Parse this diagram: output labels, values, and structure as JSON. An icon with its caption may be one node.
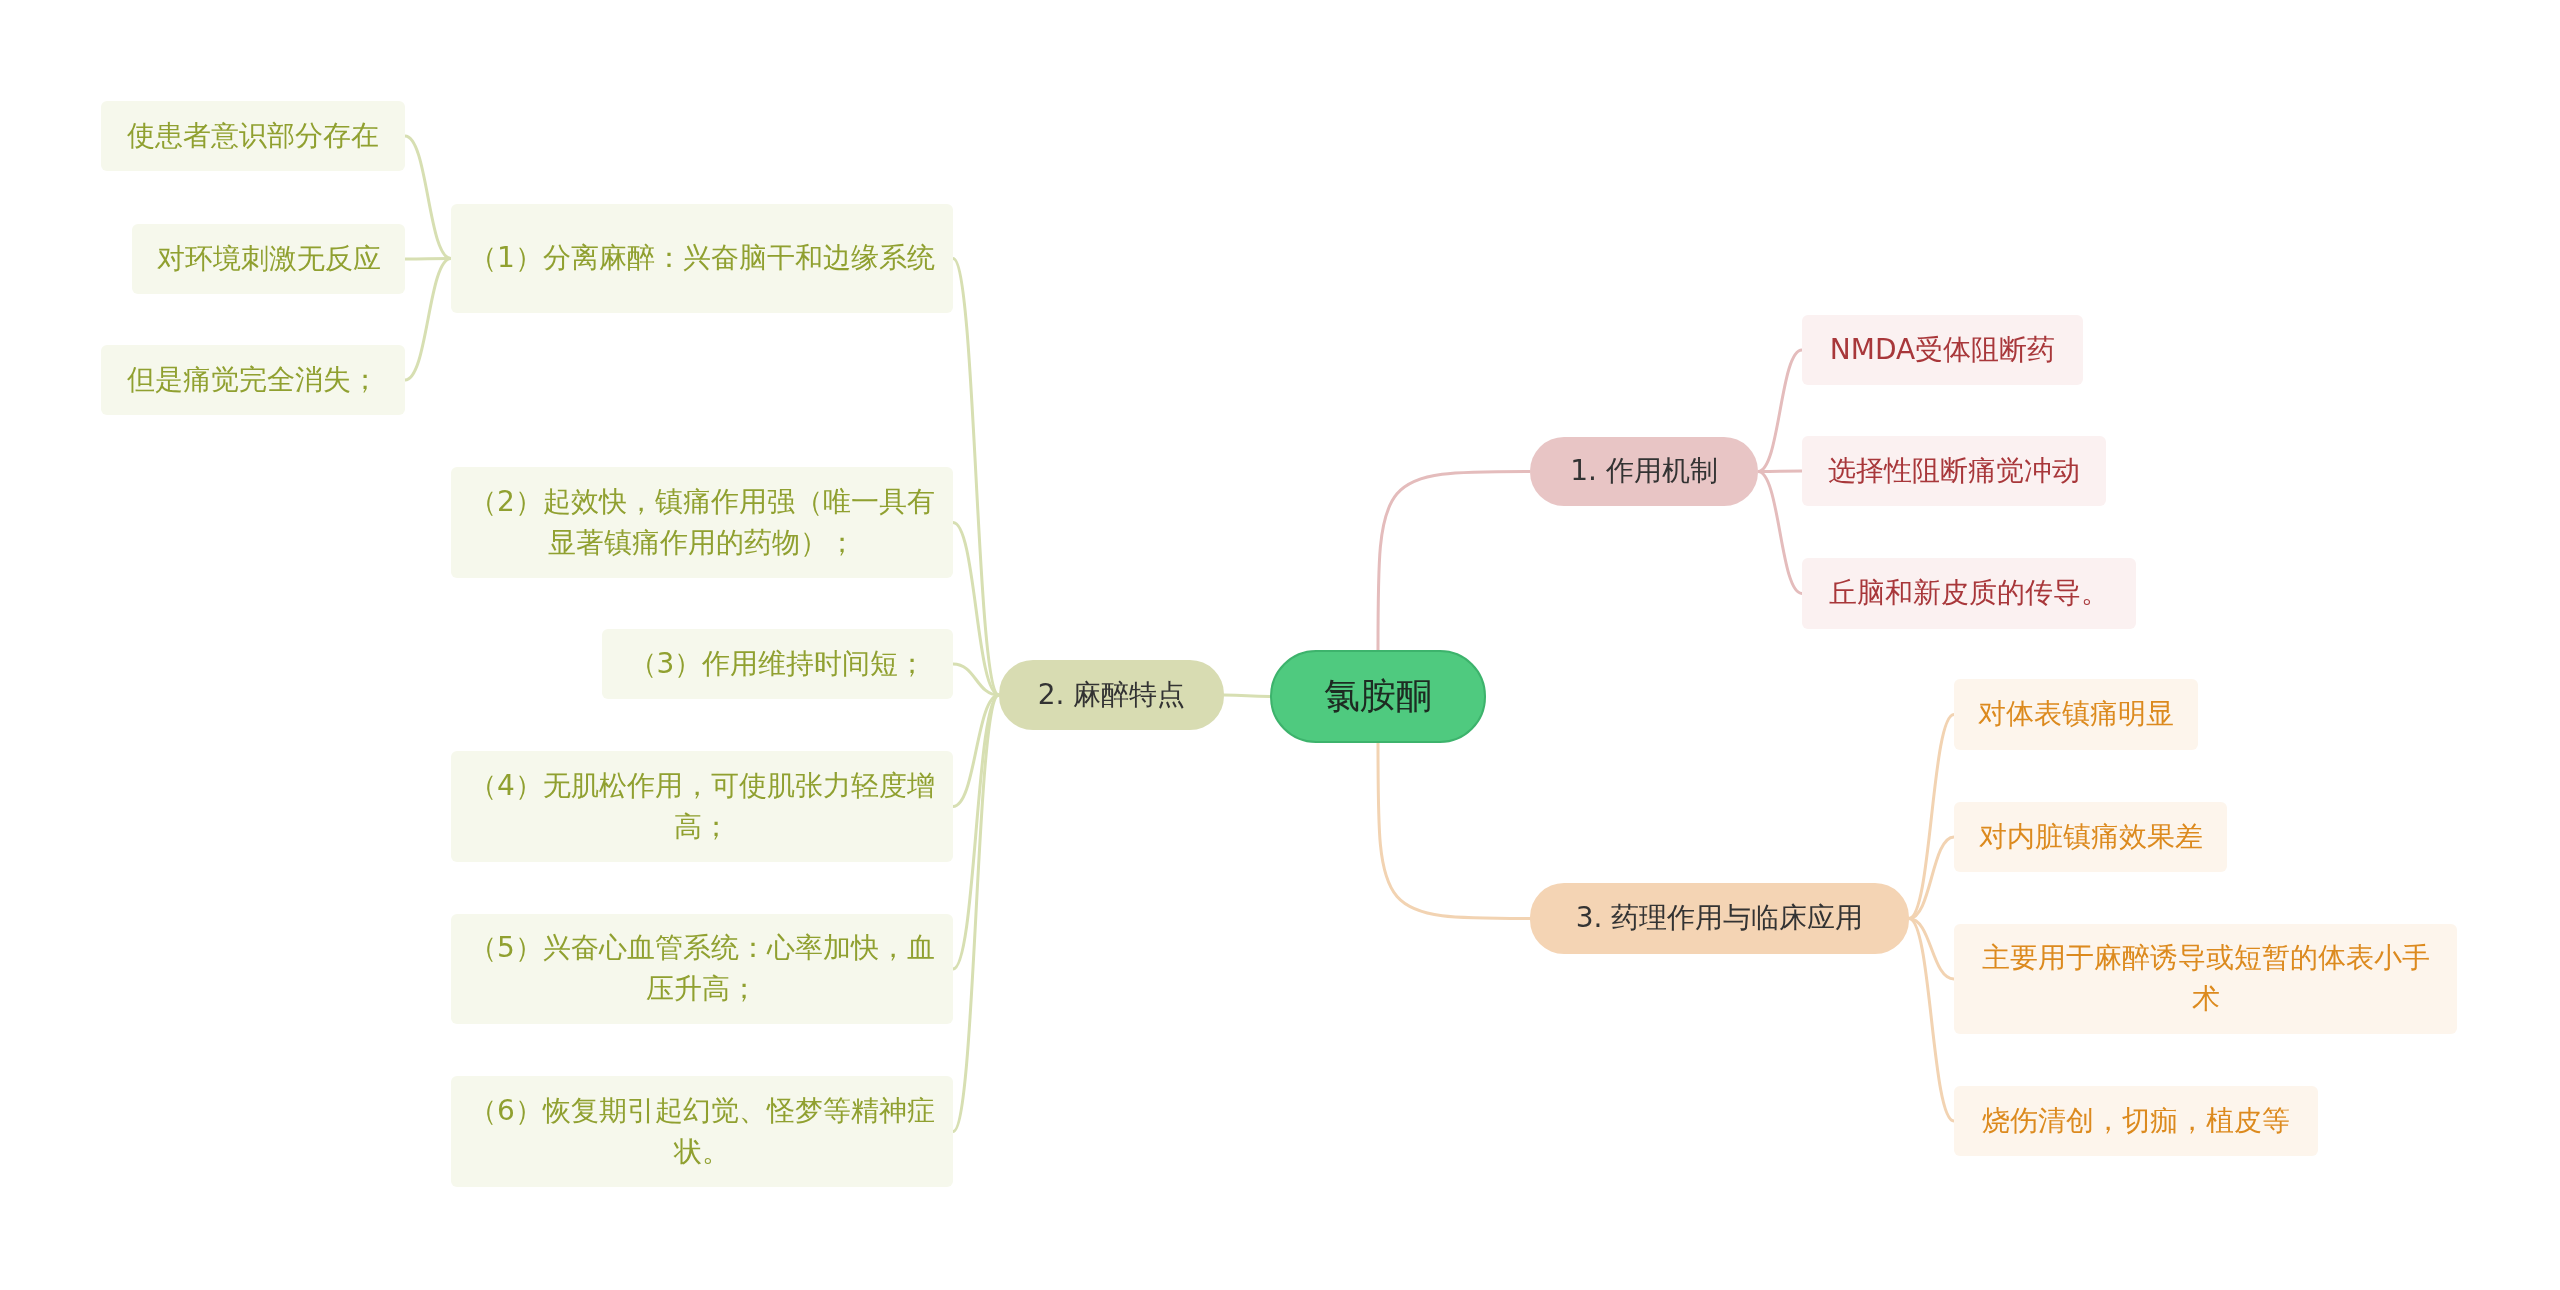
{
  "diagram": {
    "nodes": [
      {
        "text": [
          "氯胺酮"
        ]
      },
      {
        "text": [
          "1. 作用机制"
        ]
      },
      {
        "text": [
          "NMDA受体阻断药"
        ]
      },
      {
        "text": [
          "选择性阻断痛觉冲动"
        ]
      },
      {
        "text": [
          "丘脑和新皮质的传导。"
        ]
      },
      {
        "text": [
          "2. 麻醉特点"
        ]
      },
      {
        "text": [
          "（1）分离麻醉：兴奋脑干和边缘系统"
        ]
      },
      {
        "text": [
          "使患者意识部分存在"
        ]
      },
      {
        "text": [
          "对环境刺激无反应"
        ]
      },
      {
        "text": [
          "但是痛觉完全消失；"
        ]
      },
      {
        "text": [
          "（2）起效快，镇痛作用强（唯一具有显著镇痛作用的药物）；"
        ]
      },
      {
        "text": [
          "（3）作用维持时间短；"
        ]
      },
      {
        "text": [
          "（4）无肌松作用，可使肌张力轻度增高；"
        ]
      },
      {
        "text": [
          "（5）兴奋心血管系统：心率加快，血压升高；"
        ]
      },
      {
        "text": [
          "（6）恢复期引起幻觉、怪梦等精神症状。"
        ]
      },
      {
        "text": [
          "3. 药理作用与临床应用"
        ]
      },
      {
        "text": [
          "对体表镇痛明显"
        ]
      },
      {
        "text": [
          "对内脏镇痛效果差"
        ]
      },
      {
        "text": [
          "主要用于麻醉诱导或短暂的体表小手术"
        ]
      },
      {
        "text": [
          "烧伤清创，切痂，植皮等"
        ]
      }
    ],
    "edges": [
      {
        "from": 0,
        "to": 1,
        "arrow": "none",
        "color": "#e4bcbc"
      },
      {
        "from": 1,
        "to": 2,
        "arrow": "none",
        "color": "#e4bcbc"
      },
      {
        "from": 1,
        "to": 3,
        "arrow": "none",
        "color": "#e4bcbc"
      },
      {
        "from": 1,
        "to": 4,
        "arrow": "none",
        "color": "#e4bcbc"
      },
      {
        "from": 0,
        "to": 5,
        "arrow": "none"
      },
      {
        "from": 5,
        "to": 6,
        "arrow": "none"
      },
      {
        "from": 6,
        "to": 7,
        "arrow": "none"
      },
      {
        "from": 6,
        "to": 8,
        "arrow": "none"
      },
      {
        "from": 6,
        "to": 9,
        "arrow": "none"
      },
      {
        "from": 5,
        "to": 10,
        "arrow": "none"
      },
      {
        "from": 5,
        "to": 11,
        "arrow": "none"
      },
      {
        "from": 5,
        "to": 12,
        "arrow": "none"
      },
      {
        "from": 5,
        "to": 13,
        "arrow": "none"
      },
      {
        "from": 5,
        "to": 14,
        "arrow": "none"
      },
      {
        "from": 0,
        "to": 15,
        "arrow": "none",
        "color": "#f2d3b2"
      },
      {
        "from": 15,
        "to": 16,
        "arrow": "none",
        "color": "#f2d3b2"
      },
      {
        "from": 15,
        "to": 17,
        "arrow": "none",
        "color": "#f2d3b2"
      },
      {
        "from": 15,
        "to": 18,
        "arrow": "none",
        "color": "#f2d3b2"
      },
      {
        "from": 15,
        "to": 19,
        "arrow": "none",
        "color": "#f2d3b2"
      }
    ]
  }
}
